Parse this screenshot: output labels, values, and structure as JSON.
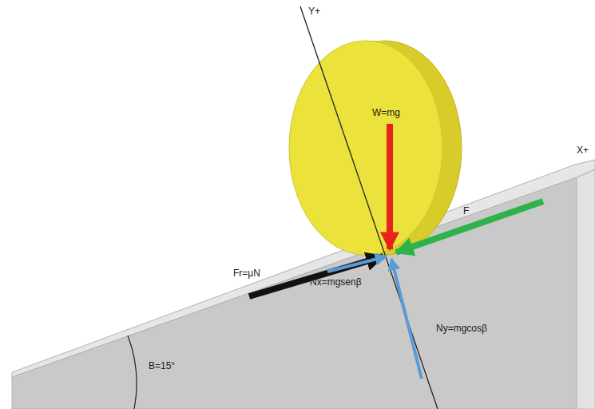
{
  "diagram": {
    "labels": [
      "Y+",
      "X+",
      "W=mg",
      "F",
      "Fr=μN",
      "Nx=mgsenβ",
      "Ny=mgcosβ",
      "B=15°"
    ]
  }
}
